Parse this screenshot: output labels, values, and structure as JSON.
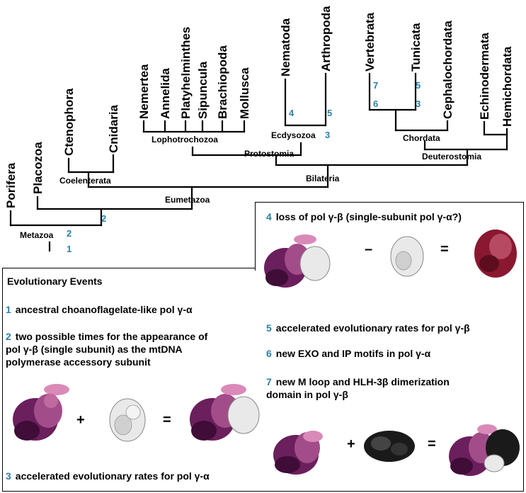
{
  "taxa": {
    "porifera": "Porifera",
    "placozoa": "Placozoa",
    "ctenophora": "Ctenophora",
    "cnidaria": "Cnidaria",
    "nemertea": "Nemertea",
    "annelida": "Annelida",
    "platyhelminthes": "Platyhelminthes",
    "sipuncula": "Sipuncula",
    "brachiopoda": "Brachiopoda",
    "mollusca": "Mollusca",
    "nematoda": "Nematoda",
    "arthropoda": "Arthropoda",
    "vertebrata": "Vertebrata",
    "tunicata": "Tunicata",
    "cephalochordata": "Cephalochordata",
    "echinodermata": "Echinodermata",
    "hemichordata": "Hemichordata"
  },
  "clades": {
    "coelenterata": "Coelenterata",
    "eumetazoa": "Eumetazoa",
    "metazoa": "Metazoa",
    "lophotrochozoa": "Lophotrochozoa",
    "ecdysozoa": "Ecdysozoa",
    "protostomia": "Protostomia",
    "bilateria": "Bilateria",
    "chordata": "Chordata",
    "deuterostomia": "Deuterostomia"
  },
  "tree_events": {
    "metazoa_top": "2",
    "metazoa_bottom": "1",
    "eumetazoa_stem": "2",
    "nematoda": "4",
    "arthropoda": "5",
    "ecdysozoa": "3",
    "vertebrata_top": "7",
    "vertebrata_bottom": "6",
    "tunicata_top": "5",
    "tunicata_bottom": "3"
  },
  "events_panel": {
    "title": "Evolutionary Events",
    "event1": {
      "num": "1",
      "text": "ancestral choanoflagelate-like pol γ-α"
    },
    "event2": {
      "num": "2",
      "line1": "two possible times for the appearance of",
      "line2": "pol γ-β (single subunit) as the mtDNA",
      "line3": "polymerase accessory subunit"
    },
    "event3": {
      "num": "3",
      "text": "accelerated evolutionary rates for pol γ-α"
    },
    "event4": {
      "num": "4",
      "text": "loss of pol γ-β (single-subunit pol γ-α?)"
    },
    "event5": {
      "num": "5",
      "text": "accelerated evolutionary rates for pol γ-β"
    },
    "event6": {
      "num": "6",
      "text": "new EXO and IP motifs in pol γ-α"
    },
    "event7": {
      "num": "7",
      "line1": "new M loop and HLH-3β dimerization",
      "line2": "domain in pol γ-β"
    }
  },
  "equation_symbols": {
    "plus": "+",
    "minus": "–",
    "equals": "="
  },
  "colors": {
    "event_number": "#2a7fa8",
    "alpha_purple": "#6b1f5c",
    "alpha_pink": "#d98ab8",
    "beta_white": "#e9e9e9",
    "beta_black": "#1a1a1a",
    "single_red": "#8a1830"
  }
}
